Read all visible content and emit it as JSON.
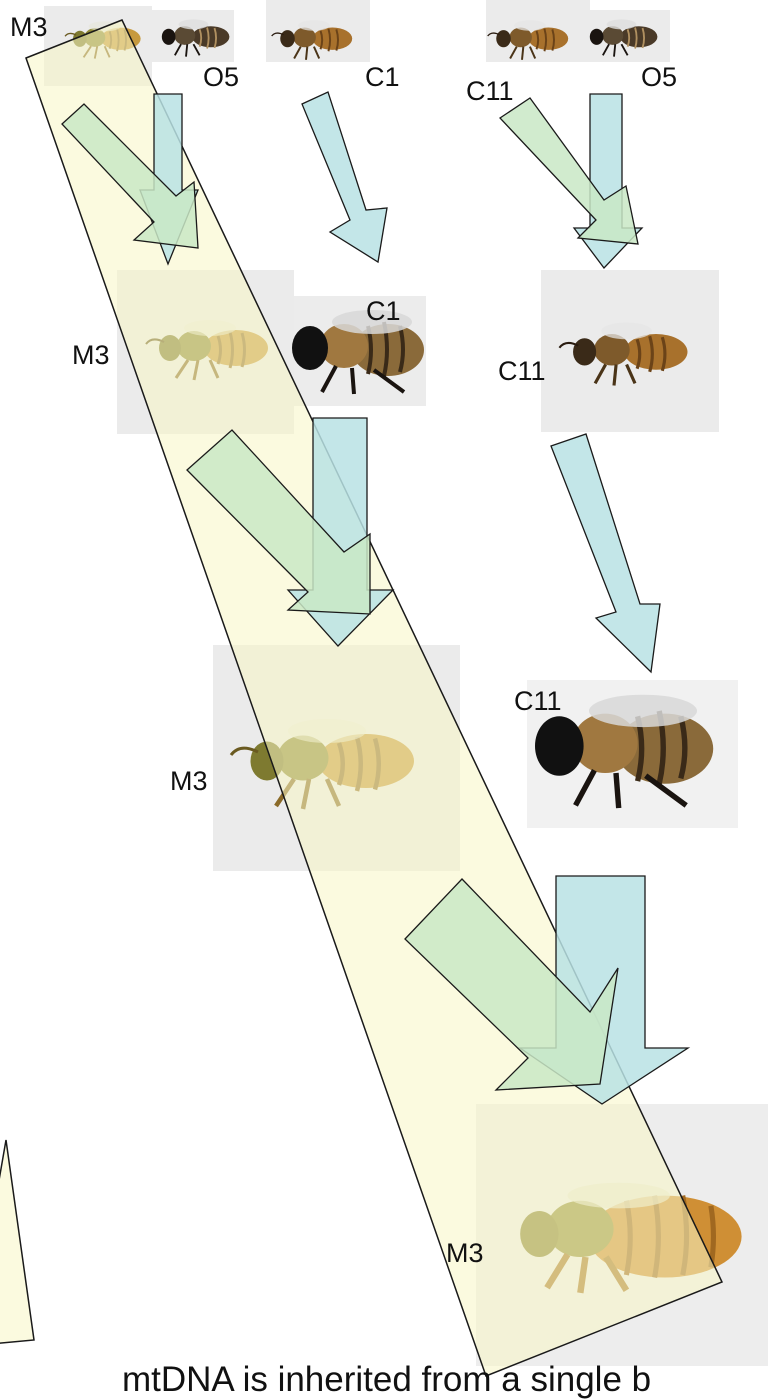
{
  "colors": {
    "band_fill": "#f8f6c4",
    "band_stroke": "#1a1a1a",
    "green_arrow": "#c9e7c6",
    "blue_arrow": "#b9e2e4",
    "photo_bg": "#ebebeb",
    "worker_body": "#9a6a2a",
    "queen_body": "#c88c32",
    "mutant_body": "#b99a45"
  },
  "icons": {
    "bee": "bee-icon",
    "arrow": "down-right-arrow-icon"
  },
  "bees": [
    {
      "id": "m3_gen0",
      "kind": "mutant-worker",
      "label": "M3"
    },
    {
      "id": "o5_gen0",
      "kind": "dark-worker",
      "label": "O5"
    },
    {
      "id": "c1_gen0",
      "kind": "worker",
      "label": "C1"
    },
    {
      "id": "c11_gen0",
      "kind": "worker",
      "label": "C11"
    },
    {
      "id": "o5_gen0_right",
      "kind": "dark-worker",
      "label": "O5"
    },
    {
      "id": "m3_gen1",
      "kind": "mutant-worker",
      "label": "M3"
    },
    {
      "id": "c1_gen1",
      "kind": "drone",
      "label": "C1"
    },
    {
      "id": "c11_gen1",
      "kind": "worker",
      "label": "C11"
    },
    {
      "id": "m3_gen2",
      "kind": "mutant-worker",
      "label": "M3"
    },
    {
      "id": "c11_gen2",
      "kind": "drone",
      "label": "C11"
    },
    {
      "id": "m3_gen3",
      "kind": "queen",
      "label": "M3"
    }
  ],
  "caption": "mtDNA is inherited from a single b"
}
